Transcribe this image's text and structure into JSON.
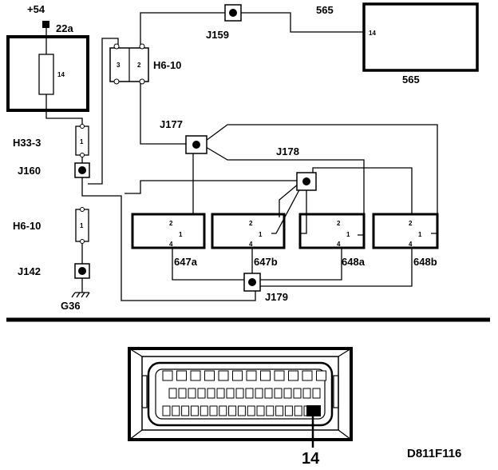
{
  "labels": {
    "plus54": "+54",
    "c22a": "22a",
    "h33_3": "H33-3",
    "j160": "J160",
    "h6_10": "H6-10",
    "j142": "J142",
    "g36": "G36",
    "j159": "J159",
    "c565": "565",
    "j177": "J177",
    "j178": "J178",
    "j179": "J179",
    "r647a": "647a",
    "r647b": "647b",
    "r648a": "648a",
    "r648b": "648b",
    "pin14": "14",
    "figure_code": "D811F116"
  },
  "pins": {
    "p1": "1",
    "p2": "2",
    "p3": "3",
    "p4": "4",
    "p14": "14"
  },
  "connector": {
    "rows": [
      12,
      16,
      16
    ],
    "highlighted_pin": "14"
  }
}
